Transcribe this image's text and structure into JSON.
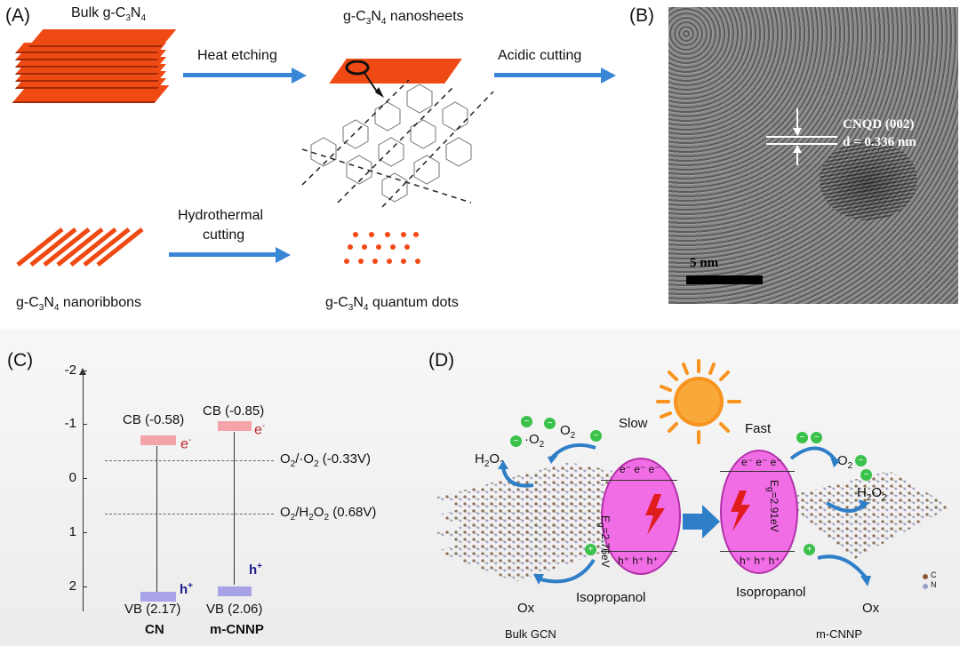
{
  "panel_a": {
    "letter": "(A)",
    "bulk_label_pre": "Bulk g-C",
    "bulk_sub1": "3",
    "bulk_mid": "N",
    "bulk_sub2": "4",
    "nanosheets_pre": "g-C",
    "nanosheets_sub1": "3",
    "nanosheets_mid": "N",
    "nanosheets_sub2": "4",
    "nanosheets_post": " nanosheets",
    "heat_etching": "Heat etching",
    "acidic_cutting": "Acidic cutting",
    "hydro_line1": "Hydrothermal",
    "hydro_line2": "cutting",
    "ribbons_pre": "g-C",
    "ribbons_sub1": "3",
    "ribbons_mid": "N",
    "ribbons_sub2": "4",
    "ribbons_post": " nanoribbons",
    "qd_pre": "g-C",
    "qd_sub1": "3",
    "qd_mid": "N",
    "qd_sub2": "4",
    "qd_post": " quantum dots"
  },
  "panel_b": {
    "letter": "(B)",
    "annotation_line1": "CNQD (002)",
    "annotation_line2": "d = 0.336 nm",
    "scale_bar": "5 nm"
  },
  "panel_c": {
    "letter": "(C)",
    "ticks": [
      "-2",
      "-1",
      "0",
      "1",
      "2"
    ],
    "cn_cb": "CB (-0.58)",
    "mcnnp_cb": "CB (-0.85)",
    "cn_vb": "VB (2.17)",
    "mcnnp_vb": "VB (2.06)",
    "cn_name": "CN",
    "mcnnp_name": "m-CNNP",
    "o2_line_pre": "O",
    "o2_line_sub": "2",
    "o2_line_mid": "/·O",
    "o2_line_sub2": "2",
    "o2_line_post": " (-0.33V)",
    "h2o2_line_pre": "O",
    "h2o2_line_sub": "2",
    "h2o2_line_mid": "/H",
    "h2o2_line_sub2": "2",
    "h2o2_line_mid2": "O",
    "h2o2_line_sub3": "2",
    "h2o2_line_post": " (0.68V)",
    "electron": "e",
    "electron_sup": "-",
    "hole": "h",
    "hole_sup": "+"
  },
  "panel_d": {
    "letter": "(D)",
    "slow": "Slow",
    "fast": "Fast",
    "left_o2": "O",
    "left_o2_sub": "2",
    "left_sup_o2": "·O",
    "left_sup_o2_sub": "2",
    "left_h2o2_pre": "H",
    "left_h2o2_sub": "2",
    "left_h2o2_mid": "O",
    "left_h2o2_sub2": "2",
    "right_o2": "O",
    "right_o2_sub": "2",
    "right_h2o2_pre": "H",
    "right_h2o2_sub": "2",
    "right_h2o2_mid": "O",
    "right_h2o2_sub2": "2",
    "left_eg": "E",
    "left_eg_sub": "g",
    "left_eg_val": "=2.76eV",
    "right_eg": "E",
    "right_eg_sub": "g",
    "right_eg_val": "=2.91eV",
    "electrons": "e⁻ e⁻ e⁻",
    "holes": "h⁺ h⁺ h⁺",
    "isopropanol_left": "Isopropanol",
    "isopropanol_right": "Isopropanol",
    "ox_left": "Ox",
    "ox_right": "Ox",
    "bulk_gcn": "Bulk GCN",
    "m_cnnp": "m-CNNP",
    "legend_c": "C",
    "legend_n": "N"
  },
  "colors": {
    "sheet_orange": "#f04a14",
    "arrow_blue": "#3a86d6",
    "cb_pink": "#f4a4a8",
    "vb_purple": "#a7a3e6",
    "ellipse_magenta": "#f06de6"
  }
}
